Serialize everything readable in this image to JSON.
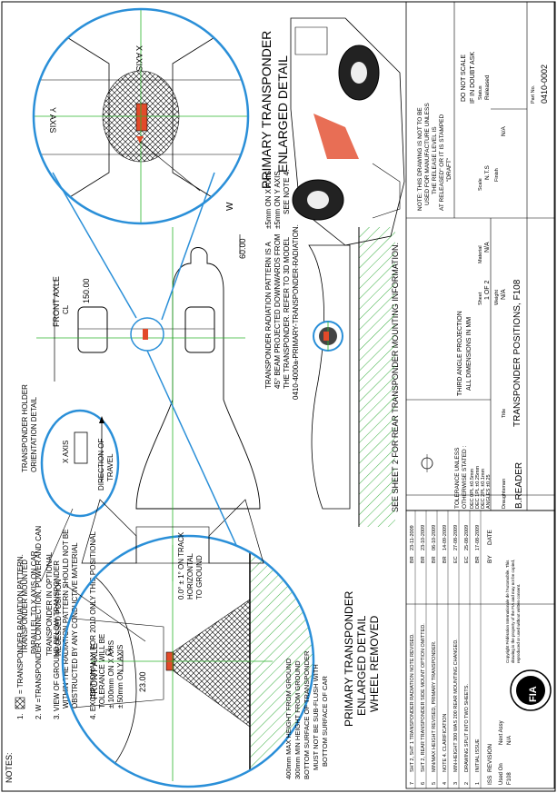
{
  "notes": {
    "heading": "NOTES:",
    "n1": "1.",
    "n1_text": "= TRANSPONDER RADIATION PATTERN.",
    "n2": "2. W =TRANSPONDER CONNECTION, POWER AND CAN",
    "n3_l1": "3. VIEW OF GROUND BELOW TRANSPONDER",
    "n3_l2": "WITHIN THE RADIATION PATTERN SHOULD NOT BE",
    "n3_l3": "OBSTRUCTED BY ANY CONDUCTIVE MATERIAL",
    "n4_l1": "4. EXCEPTIONALLY FOR 2010 ONLY THIS POSITIONAL",
    "n4_l2": "TOLERANCE WILL BE",
    "n4_l3": "± 100mm ON X AXIS",
    "n4_l4": "± 50mm ON Y AXIS"
  },
  "wheel_detail": {
    "title_l1": "PRIMARY TRANSPONDER",
    "title_l2": "ENLARGED DETAIL",
    "title_l3": "WHEEL REMOVED",
    "front_axle": "FRONT AXLE",
    "cl": "CL",
    "dim": "23.00",
    "track_l1": "0.0° ± 1° ON TRACK",
    "track_l2": "HORIZONTAL",
    "track_l3": "TO GROUND",
    "height_l1": "400mm MAX HEIGHT FROM GROUND",
    "height_l2": "300mm MIN HEIGHT FROM GROUND",
    "height_l3": "BOTTOM SURFACE OF TRANSPONDER",
    "height_l4": "MUST NOT BE SUB-FLUSH WITH",
    "height_l5": "BOTTOM SURFACE OF CAR",
    "mounted_l1": "TRANSPONDER MOUNTED",
    "mounted_l2": "PARALLEL TO X AXIS ON CAR",
    "recessed_l1": "TRANSPONDER IN OPTIONAL",
    "recessed_l2": "RECESSED POSITION"
  },
  "orientation": {
    "title_l1": "TRANSPONDER HOLDER",
    "title_l2": "ORIENTATION DETAIL",
    "x_axis": "X AXIS",
    "dir_l1": "DIRECTION OF",
    "dir_l2": "TRAVEL"
  },
  "plan": {
    "front_axle": "FRONT AXLE",
    "cl": "CL",
    "dim150": "150.00",
    "dim60": "60.00",
    "sheet2_note": "SEE SHEET 2 FOR REAR TRANSPONDER MOUNTING INFORMATION."
  },
  "radiation": {
    "l1": "TRANSPONDER RADIATION PATTERN IS A",
    "l2": "45° BEAM PROJECTED DOWNWARDS FROM",
    "l3": "THE TRANSPONDER. REFER TO 3D MODEL",
    "l4": "0410-4000a-PRIMARY-TRANSPONDER-RADIATION."
  },
  "primary_detail": {
    "title_l1": "PRIMARY TRANSPONDER",
    "title_l2": "ENLARGED DETAIL",
    "x_axis": "X AXIS",
    "y_axis": "Y AXIS",
    "w": "W",
    "tol_l1": "±5mm ON X AXIS",
    "tol_l2": "±5mm ON Y AXIS",
    "tol_l3": "SEE NOTE 4."
  },
  "revisions": [
    {
      "iss": "7",
      "desc": "SHT 2, SHT 1 TRANSPONDER RADIATION NOTE REVISED.",
      "by": "BR",
      "date": "23-11-2009"
    },
    {
      "iss": "6",
      "desc": "SHT 2, REAR TRANSPONDER SIDE MOUNT OPTION OMITTED.",
      "by": "BR",
      "date": "23-10-2009"
    },
    {
      "iss": "5",
      "desc": "MIN/MAX HEIGHT REVISED, PRIMARY TRANSPONDER.",
      "by": "BR",
      "date": "06-10-2009"
    },
    {
      "iss": "4",
      "desc": "NOTE 4. CLARIFICATION",
      "by": "BR",
      "date": "14-09-2009"
    },
    {
      "iss": "3",
      "desc": "MIN-HEIGHT 300 WAS 200 REAR MOUNTING CHANGED.",
      "by": "EC",
      "date": "27-08-2009"
    },
    {
      "iss": "2",
      "desc": "DRAWING SPLIT INTO TWO SHEETS.",
      "by": "EC",
      "date": "25-08-2009"
    },
    {
      "iss": "1",
      "desc": "INITIAL ISSUE",
      "by": "BR",
      "date": "17-08-2009"
    }
  ],
  "rev_header": {
    "iss": "ISS",
    "desc": "REVISION",
    "by": "BY",
    "date": "DATE"
  },
  "title_block": {
    "used_on": "Used On",
    "used_on_val": "F108",
    "next_assy": "Next Assy",
    "next_assy_val": "N/A",
    "logo": "FIA",
    "copyright": "Copyright Fédération Internationale de l'Automobile. This drawing is the property of the FIA and may not be copied, reproduced or used without written consent.",
    "tolerance_l1": "TOLERANCE UNLESS",
    "tolerance_l2": "OTHERWISE STATED :",
    "tol_rows": [
      "DEC 0PL  ±0.5mm",
      "DEC 1PL  ±0.25mm",
      "DEC 2PL  ±0.1mm",
      "ANGLES   ±0.25"
    ],
    "projection_l1": "THIRD ANGLE PROJECTION",
    "projection_l2": "ALL DIMENSIONS IN MM",
    "sheet_label": "Sheet",
    "sheet_val": "1 OF 2",
    "material_label": "Material",
    "material_val": "N/A",
    "weight_label": "Weight",
    "weight_val": "N/A",
    "scale_label": "Scale",
    "scale_val": "N.T.S",
    "finish_label": "Finish",
    "finish_val": "N/A",
    "status_label": "Status",
    "status_val": "Released",
    "do_not_scale_l1": "DO NOT SCALE",
    "do_not_scale_l2": "IF IN DOUBT ASK",
    "draughtsman_label": "Draughtsman",
    "draughtsman_val": "B.READER",
    "title_label": "Title",
    "title_val": "TRANSPONDER POSITIONS, F108",
    "part_no_label": "Part No.",
    "part_no_val": "0410-0002",
    "warn_l1": "NOTE: THIS DRAWING IS NOT TO BE",
    "warn_l2": "USED FOR MANUFACTURE UNLESS",
    "warn_l3": "THE RELEASE LEVEL IS",
    "warn_l4": "AT RELEASED\" OR IT IS STAMPED",
    "warn_l5": "\"DRAFT\""
  },
  "colors": {
    "circle": "#2a8fd8",
    "centerline": "#2bb52b",
    "transponder": "#e24a2a",
    "hatch": "#3cb043"
  }
}
